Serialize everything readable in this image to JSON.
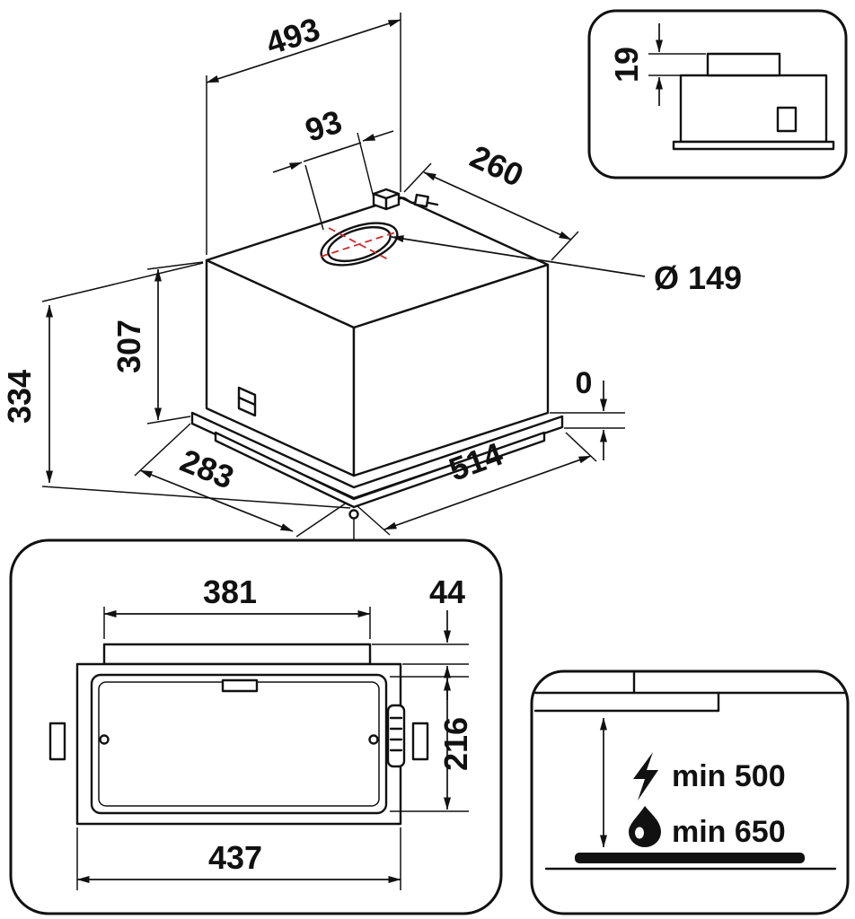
{
  "colors": {
    "line": "#111111",
    "accent_red": "#cc2a2a"
  },
  "iso_view": {
    "dim_top_width": "493",
    "dim_duct_offset": "93",
    "dim_top_depth": "260",
    "dim_duct_diameter": "Ø 149",
    "dim_body_height": "307",
    "dim_total_height": "334",
    "dim_zero_gap": "0",
    "dim_bottom_width": "514",
    "dim_bottom_depth": "283"
  },
  "side_view": {
    "dim_collar_height": "19"
  },
  "front_view": {
    "dim_vent_width": "381",
    "dim_top_offset": "44",
    "dim_panel_height": "216",
    "dim_outer_width": "437"
  },
  "clearance_view": {
    "electric_min_height": "min 500",
    "gas_min_height": "min 650"
  }
}
